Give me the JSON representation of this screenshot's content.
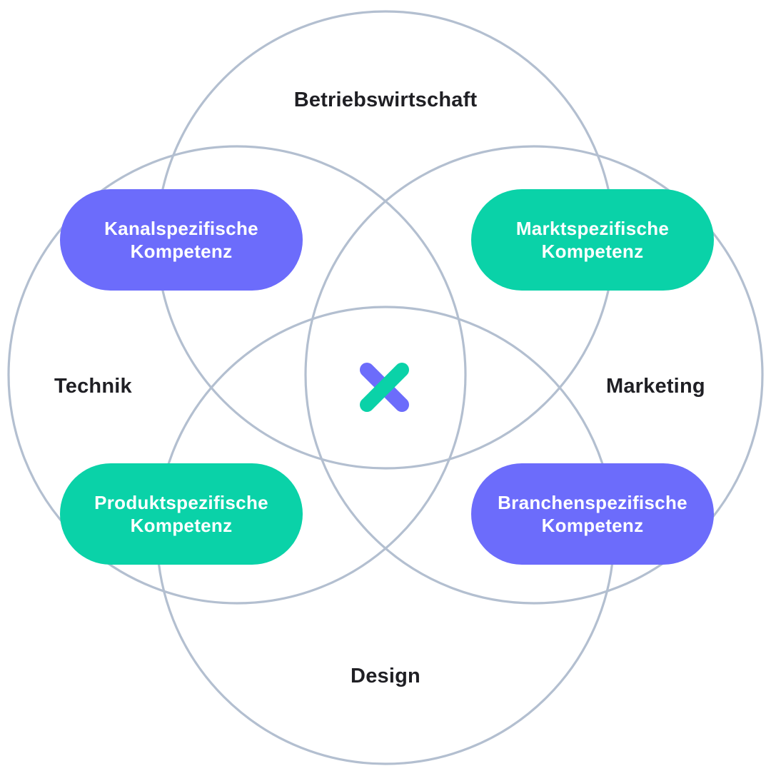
{
  "domains": {
    "top": "Betriebswirtschaft",
    "left": "Technik",
    "right": "Marketing",
    "bottom": "Design"
  },
  "competencies": {
    "top_left": {
      "line1": "Kanalspezifische",
      "line2": "Kompetenz"
    },
    "top_right": {
      "line1": "Marktspezifische",
      "line2": "Kompetenz"
    },
    "bottom_left": {
      "line1": "Produktspezifische",
      "line2": "Kompetenz"
    },
    "bottom_right": {
      "line1": "Branchenspezifische",
      "line2": "Kompetenz"
    }
  },
  "colors": {
    "circle_stroke": "#b3bfd0",
    "purple": "#6c6cfb",
    "green": "#0ad2a8",
    "text_dark": "#1f1f24",
    "text_light": "#ffffff"
  },
  "icons": {
    "center": "cross-logo-icon"
  }
}
